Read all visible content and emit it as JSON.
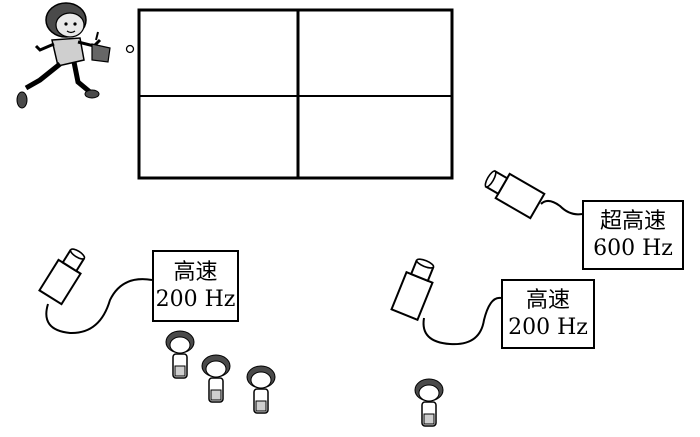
{
  "labels": {
    "left_camera": {
      "line1": "高速",
      "line2": "200 Hz"
    },
    "top_camera": {
      "line1": "超高速",
      "line2": "600 Hz"
    },
    "right_camera": {
      "line1": "高速",
      "line2": "200 Hz"
    }
  },
  "colors": {
    "stroke": "#000000",
    "fill_gray": "#d6d6d6",
    "dark_gray": "#4a4a4a",
    "background": "#ffffff"
  },
  "icons": [
    "player-icon",
    "camera-icon",
    "person-icon"
  ]
}
